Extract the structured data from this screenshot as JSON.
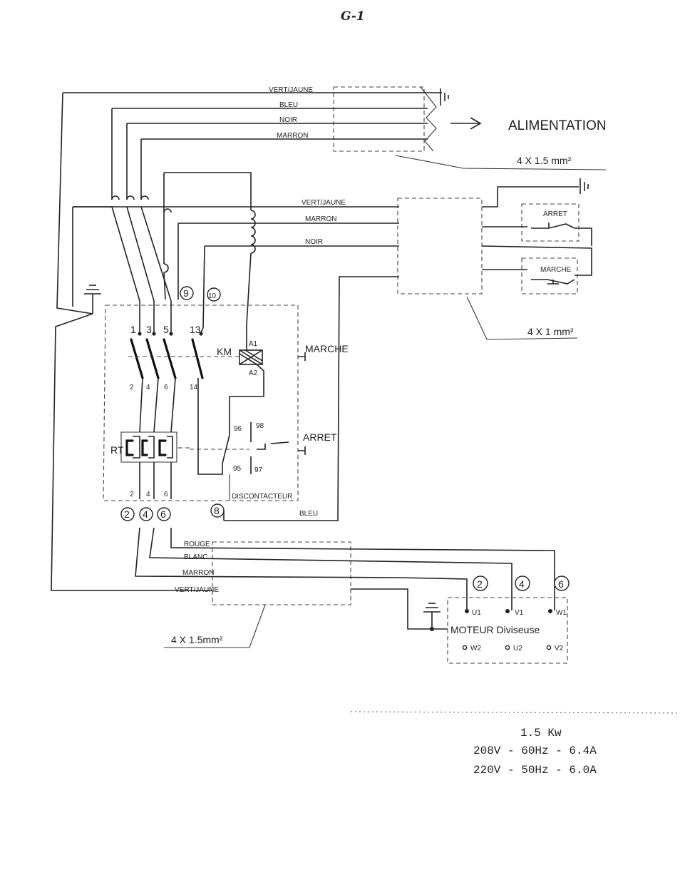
{
  "page_label": "G-1",
  "supply": {
    "title": "ALIMENTATION",
    "cable": "4 X 1.5 mm²",
    "wires": [
      "VERT/JAUNE",
      "BLEU",
      "NOIR",
      "MARRON"
    ]
  },
  "control": {
    "wires": [
      "VERT/JAUNE",
      "MARRON",
      "NOIR"
    ],
    "cable": "4 X 1 mm²",
    "stop_button": "ARRET",
    "start_button": "MARCHE"
  },
  "contactor": {
    "name": "KM",
    "coil_terminals": [
      "A1",
      "A2"
    ],
    "main_terminals_top": [
      "1",
      "3",
      "5",
      "13"
    ],
    "main_terminals_bottom": [
      "2",
      "4",
      "6",
      "14"
    ],
    "marche_label": "MARCHE",
    "arret_label": "ARRET",
    "aux_terminals": [
      "96",
      "98",
      "95",
      "97"
    ],
    "box_label": "DISCONTACTEUR"
  },
  "relay": {
    "name": "RT",
    "bottom_terminals": [
      "2",
      "4",
      "6"
    ]
  },
  "markers": {
    "nine": "9",
    "ten": "10",
    "eight": "8",
    "two": "2",
    "four": "4",
    "six": "6"
  },
  "bleu_label": "BLEU",
  "motor": {
    "wires": [
      "ROUGE",
      "BLANC",
      "MARRON",
      "VERT/JAUNE"
    ],
    "cable": "4 X 1.5mm²",
    "title": "MOTEUR Diviseuse",
    "top_terminals": [
      "U1",
      "V1",
      "W1"
    ],
    "bottom_terminals": [
      "W2",
      "U2",
      "V2"
    ],
    "markers": [
      "2",
      "4",
      "6"
    ]
  },
  "specs": {
    "power": "1.5 Kw",
    "line1": "208V - 60Hz - 6.4A",
    "line2": "220V - 50Hz - 6.0A"
  }
}
